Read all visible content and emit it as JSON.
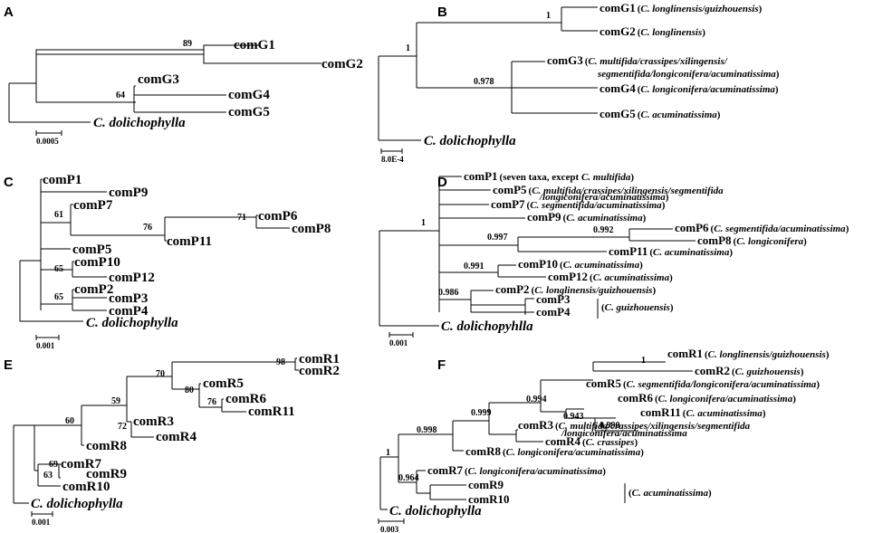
{
  "panels": {
    "A": {
      "label": "A",
      "tips": [
        "comG1",
        "comG2",
        "comG3",
        "comG4",
        "comG5"
      ],
      "root": "C. dolichophylla",
      "support": [
        "89",
        "64"
      ],
      "scale": "0.0005"
    },
    "B": {
      "label": "B",
      "tips": [
        "comG1",
        "comG2",
        "comG3",
        "comG4",
        "comG5"
      ],
      "annotations": {
        "comG1": [
          "(",
          "C. longlinensis/guizhouensis",
          ")"
        ],
        "comG2": [
          "(",
          "C. longlinensis",
          ")"
        ],
        "comG3a": [
          "(",
          "C. multifida/crassipes/xilingensis/",
          ""
        ],
        "comG3b": [
          "",
          "segmentifida/longiconifera/acuminatissima",
          ")"
        ],
        "comG4": [
          "(",
          "C. longiconifera/acuminatissima",
          ")"
        ],
        "comG5": [
          "(",
          "C. acuminatissima",
          ")"
        ]
      },
      "root": "C. dolichophylla",
      "support": [
        "1",
        "1",
        "0.978"
      ],
      "scale": "8.0E-4"
    },
    "C": {
      "label": "C",
      "tips": [
        "comP1",
        "comP9",
        "comP7",
        "comP11",
        "comP6",
        "comP8",
        "comP5",
        "comP10",
        "comP12",
        "comP2",
        "comP3",
        "comP4"
      ],
      "root": "C. dolichophylla",
      "support": [
        "61",
        "76",
        "71",
        "65",
        "65"
      ],
      "scale": "0.001"
    },
    "D": {
      "label": "D",
      "tips": [
        "comP1",
        "comP5",
        "comP7",
        "comP9",
        "comP6",
        "comP8",
        "comP11",
        "comP10",
        "comP12",
        "comP2",
        "comP3",
        "comP4"
      ],
      "annotations": {
        "comP1": [
          "(seven taxa, except ",
          "C. multifida",
          ")"
        ],
        "comP5a": [
          "(",
          "C. multifida/crassipes/xilingensis/segmentifida",
          ""
        ],
        "comP5b": [
          "",
          "/longiconifera/acuminatissima",
          ")"
        ],
        "comP7": [
          "(",
          "C. segmentifida/acuminatissima",
          ")"
        ],
        "comP9": [
          "(",
          "C. acuminatissima",
          ")"
        ],
        "comP6": [
          "(",
          "C. segmentifida/acuminatissima",
          ")"
        ],
        "comP8": [
          "(",
          "C. longiconifera",
          ")"
        ],
        "comP11": [
          "(",
          "C. acuminatissima",
          ")"
        ],
        "comP10": [
          "(",
          "C. acuminatissima",
          ")"
        ],
        "comP12": [
          "(",
          "C. acuminatissima",
          ")"
        ],
        "comP2": [
          "(",
          "C. longlinensis/guizhouensis",
          ")"
        ],
        "comP34": [
          "(",
          "C. guizhouensis",
          ")"
        ]
      },
      "root": "C. dolichopyhlla",
      "support": [
        "1",
        "0.997",
        "0.992",
        "0.991",
        "0.986"
      ],
      "scale": "0.001"
    },
    "E": {
      "label": "E",
      "tips": [
        "comR1",
        "comR2",
        "comR5",
        "comR6",
        "comR11",
        "comR3",
        "comR4",
        "comR8",
        "comR7",
        "comR9",
        "comR10"
      ],
      "root": "C. dolichophylla",
      "support": [
        "98",
        "70",
        "80",
        "76",
        "59",
        "72",
        "60",
        "69",
        "63"
      ],
      "scale": "0.001"
    },
    "F": {
      "label": "F",
      "tips": [
        "comR1",
        "comR2",
        "comR5",
        "comR6",
        "comR11",
        "comR3",
        "comR4",
        "comR8",
        "comR7",
        "comR9",
        "comR10"
      ],
      "annotations": {
        "comR1": [
          "(",
          "C. longlinensis/guizhouensis",
          ")"
        ],
        "comR2": [
          "(",
          "C. guizhouensis",
          ")"
        ],
        "comR5": [
          "(",
          "C. segmentifida/longiconifera/acuminatissima",
          ")"
        ],
        "comR6": [
          "(",
          "C. longiconifera/acuminatissima",
          ")"
        ],
        "comR11": [
          "(",
          "C. acuminatissima",
          ")"
        ],
        "comR3a": [
          "(",
          "C. multifida/crassipes/xilingensis/segmentifida",
          ""
        ],
        "comR3b": [
          "",
          "/longiconifera/acuminatissima",
          ""
        ],
        "comR4": [
          "(",
          "C. crassipes",
          ")"
        ],
        "comR8": [
          "(",
          "C. longiconifera/acuminatissima",
          ")"
        ],
        "comR7": [
          "(",
          "C. longiconifera/acuminatissima",
          ")"
        ],
        "comR910": [
          "(",
          "C. acuminatissima",
          ")"
        ]
      },
      "root": "C. dolichophylla",
      "support": [
        "0.994",
        "1",
        "0.943",
        "0.990",
        "0.999",
        "0.998",
        "1",
        "0.964"
      ],
      "scale": "0.003"
    }
  }
}
